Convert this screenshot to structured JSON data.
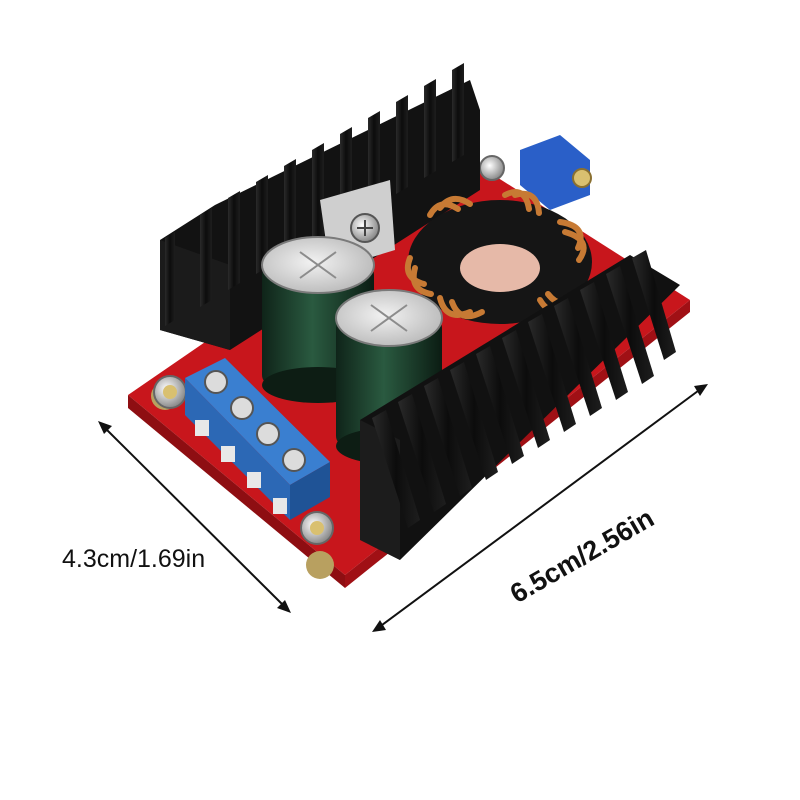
{
  "image": {
    "subject": "DC-DC boost converter module",
    "dimensions": {
      "width_label": "4.3cm/1.69in",
      "length_label": "6.5cm/2.56in"
    },
    "colors": {
      "pcb": "#c8161c",
      "heatsink": "#141414",
      "terminal_block": "#3a7fd0",
      "copper_coil": "#c77a34",
      "capacitor": "#1c3b2c",
      "trimmer": "#2a5fc8"
    }
  }
}
